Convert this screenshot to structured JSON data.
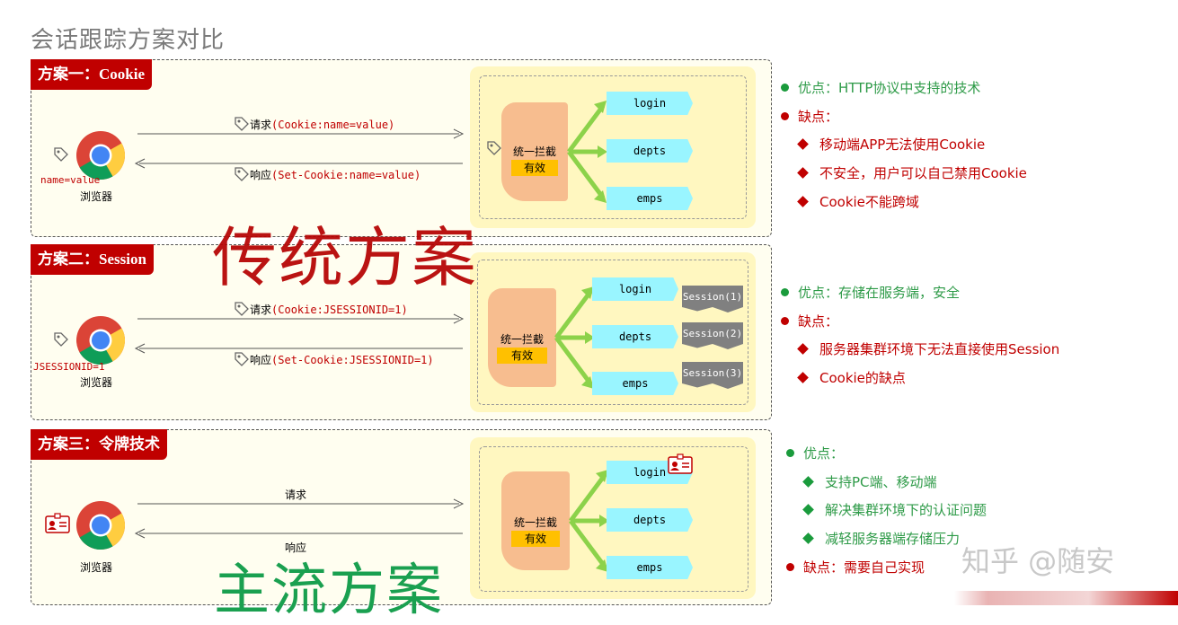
{
  "title": "会话跟踪方案对比",
  "schemes": [
    {
      "tab": "方案一：Cookie",
      "browser_label": "浏览器",
      "cookie_value": "name=value",
      "request_label": "请求",
      "request_code": "(Cookie:name=value)",
      "response_label": "响应",
      "response_code": "(Set-Cookie:name=value)",
      "filter_label": "统一拦截",
      "filter_badge": "有效",
      "services": [
        "login",
        "depts",
        "emps"
      ]
    },
    {
      "tab": "方案二：Session",
      "browser_label": "浏览器",
      "cookie_value": "JSESSIONID=1",
      "request_label": "请求",
      "request_code": "(Cookie:JSESSIONID=1)",
      "response_label": "响应",
      "response_code": "(Set-Cookie:JSESSIONID=1)",
      "filter_label": "统一拦截",
      "filter_badge": "有效",
      "services": [
        "login",
        "depts",
        "emps"
      ],
      "sessions": [
        "Session(1)",
        "Session(2)",
        "Session(3)"
      ]
    },
    {
      "tab": "方案三：令牌技术",
      "browser_label": "浏览器",
      "request_label": "请求",
      "response_label": "响应",
      "filter_label": "统一拦截",
      "filter_badge": "有效",
      "services": [
        "login",
        "depts",
        "emps"
      ]
    }
  ],
  "notes": [
    {
      "pro": "优点：HTTP协议中支持的技术",
      "con": "缺点：",
      "con_items": [
        "移动端APP无法使用Cookie",
        "不安全，用户可以自己禁用Cookie",
        "Cookie不能跨域"
      ]
    },
    {
      "pro": "优点：存储在服务端，安全",
      "con": "缺点：",
      "con_items": [
        "服务器集群环境下无法直接使用Session",
        "Cookie的缺点"
      ]
    },
    {
      "pro": "优点：",
      "pro_items": [
        "支持PC端、移动端",
        "解决集群环境下的认证问题",
        "减轻服务器端存储压力"
      ],
      "con": "缺点：需要自己实现"
    }
  ],
  "overlay": {
    "traditional": "传统方案",
    "mainstream": "主流方案"
  },
  "watermark": "知乎 @随安",
  "colors": {
    "tab": "#c00000",
    "filter": "#f7bd8f",
    "badge": "#ffc000",
    "service": "#99f5ff",
    "session": "#808080",
    "zone": "#fff7c0",
    "arrow": "#8cd24a",
    "pro_text": "#2d9a47",
    "con_text": "#c00000"
  }
}
